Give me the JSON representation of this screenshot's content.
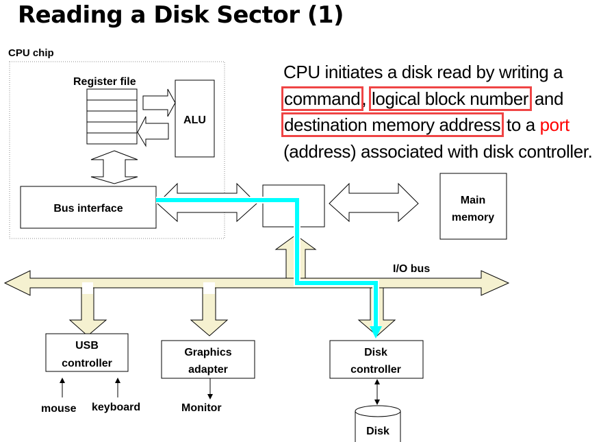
{
  "slide": {
    "title": "Reading a Disk Sector (1)",
    "description": {
      "part1": "CPU initiates a disk read by writing a ",
      "highlight1": "command",
      "part2": ", ",
      "highlight2": "logical block number",
      "part3": " and ",
      "highlight3": "destination memory address",
      "part4": " to a ",
      "port_word": "port",
      "part5": " (address) associated with disk controller."
    }
  },
  "diagram": {
    "cpu_chip_label": "CPU chip",
    "register_file_label": "Register file",
    "alu_label": "ALU",
    "bus_interface_label": "Bus interface",
    "main_memory_label": [
      "Main",
      "memory"
    ],
    "io_bus_label": "I/O bus",
    "usb_controller_label": [
      "USB",
      "controller"
    ],
    "graphics_adapter_label": [
      "Graphics",
      "adapter"
    ],
    "disk_controller_label": [
      "Disk",
      "controller"
    ],
    "mouse_label": "mouse",
    "keyboard_label": "keyboard",
    "monitor_label": "Monitor",
    "disk_label": "Disk"
  },
  "colors": {
    "bus_fill": "#f5f1d0",
    "data_path": "#00ffff",
    "highlight_box": "#ef4444",
    "port_text": "#ff0000"
  }
}
